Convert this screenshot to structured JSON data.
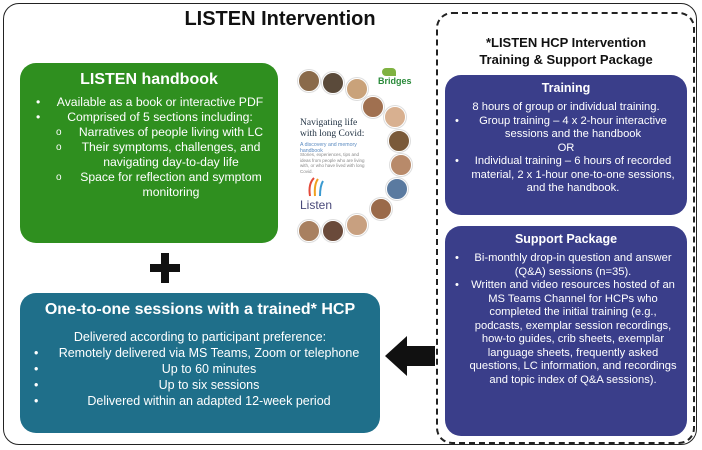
{
  "main_title": "LISTEN Intervention",
  "handbook": {
    "title": "LISTEN handbook",
    "bullets": [
      {
        "level": 1,
        "text": "Available as a book or interactive PDF"
      },
      {
        "level": 1,
        "text": "Comprised of 5 sections including:"
      },
      {
        "level": 2,
        "text": "Narratives of people living with LC"
      },
      {
        "level": 2,
        "text": "Their symptoms, challenges, and navigating day-to-day life"
      },
      {
        "level": 2,
        "text": "Space for reflection and symptom monitoring"
      }
    ],
    "cover": {
      "brand": "Bridges",
      "title": "Navigating life with long Covid:",
      "subtitle": "A discovery and memory handbook",
      "description": "Stories, experiences, tips and ideas from people who are living with, or who have lived with long Covid.",
      "logo_text": "Listen"
    }
  },
  "one_to_one": {
    "title": "One-to-one sessions with a trained* HCP",
    "lead": "Delivered according to participant preference:",
    "bullets": [
      "Remotely delivered via MS Teams, Zoom or telephone",
      "Up to 60 minutes",
      "Up to six sessions",
      "Delivered within an adapted 12-week period"
    ]
  },
  "package": {
    "title_line1": "*LISTEN HCP Intervention",
    "title_line2": "Training & Support Package"
  },
  "training": {
    "title": "Training",
    "lead": "8 hours of group or individual training.",
    "bullet1": "Group training – 4 x 2-hour interactive sessions and the handbook",
    "or": "OR",
    "bullet2": "Individual training – 6 hours of recorded material, 2 x 1-hour one-to-one sessions, and the handbook."
  },
  "support": {
    "title": "Support Package",
    "bullets": [
      "Bi-monthly drop-in question and answer (Q&A) sessions (n=35).",
      "Written and video resources hosted of an MS Teams Channel for HCPs who completed the initial training (e.g., podcasts, exemplar session recordings, how-to guides, crib sheets, exemplar language sheets, frequently asked questions, LC information, and recordings and topic index of Q&A sessions)."
    ]
  },
  "colors": {
    "green": "#2f8f1f",
    "teal": "#1f6f8a",
    "navy": "#3a3e8a"
  }
}
